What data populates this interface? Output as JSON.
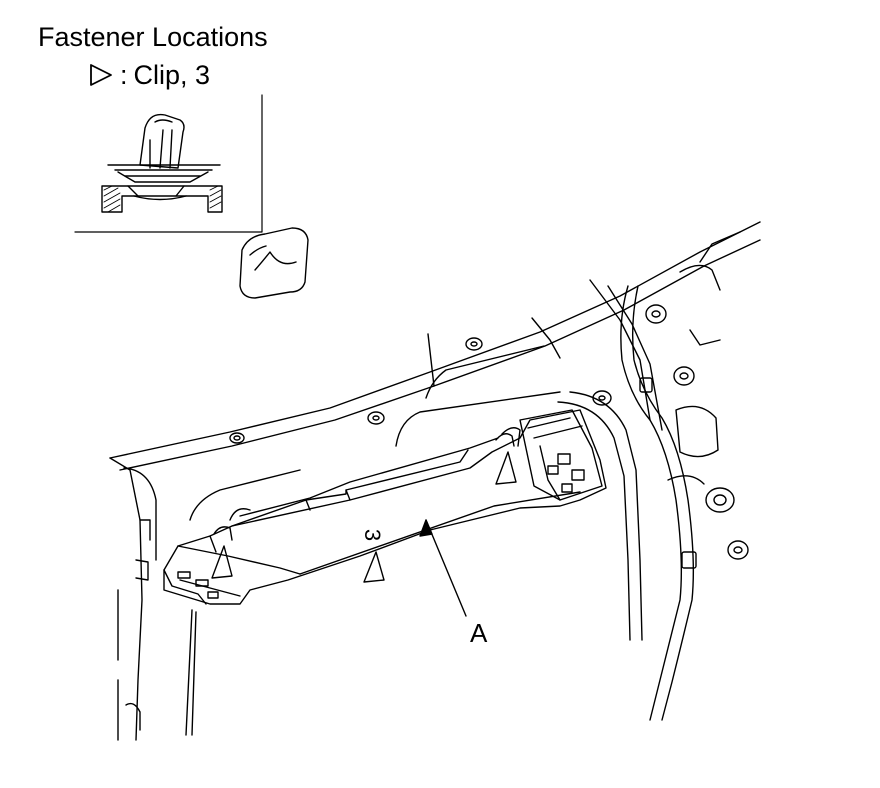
{
  "header": {
    "title": "Fastener Locations"
  },
  "legend": {
    "icon": "triangle-outline-icon",
    "separator": ":",
    "label": "Clip, 3"
  },
  "callouts": {
    "part": "A",
    "clip_count_mark": "3"
  },
  "colors": {
    "line": "#000000",
    "background": "#ffffff"
  }
}
